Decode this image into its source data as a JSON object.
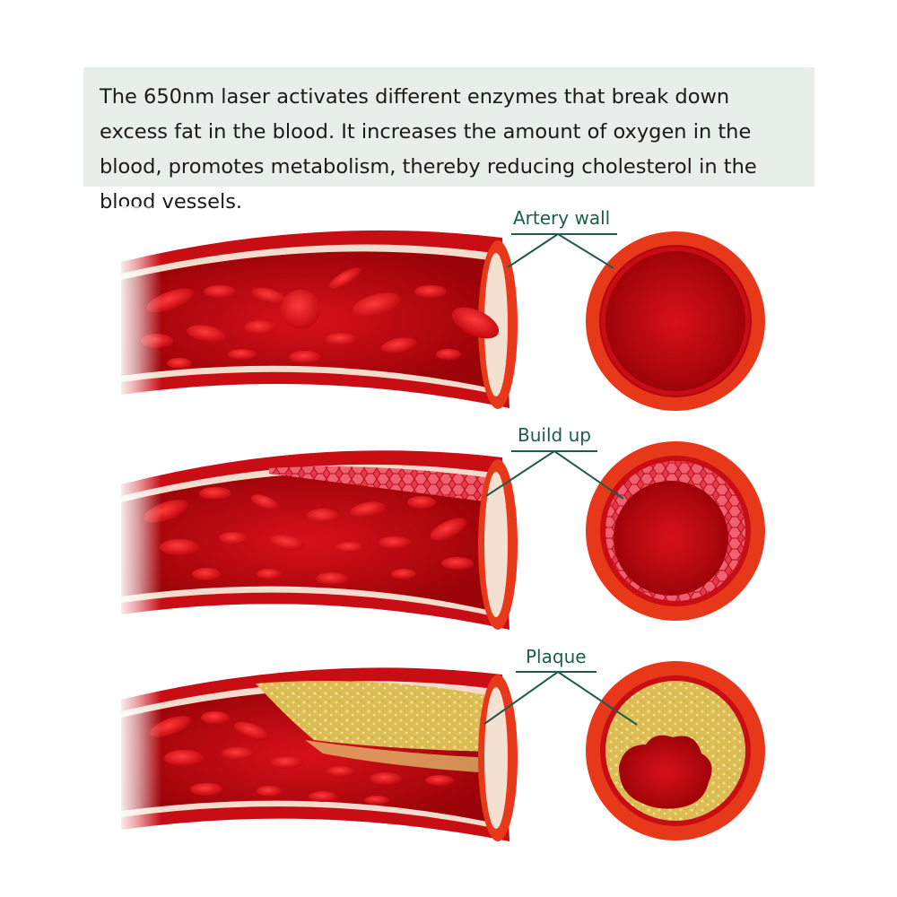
{
  "intro": {
    "text": "The 650nm laser activates different enzymes that break down excess fat in the blood. It increases the amount of oxygen in the blood, promotes metabolism, thereby reducing cholesterol in the blood vessels."
  },
  "labels": {
    "artery_wall": "Artery wall",
    "build_up": "Build up",
    "plaque": "Plaque"
  },
  "colors": {
    "artery_outer": "#d7181f",
    "artery_wall": "#ee5a1c",
    "lumen": "#b5050b",
    "cell": "#e0141c",
    "fat": "#e0c060",
    "callout_line": "#1d5c4b",
    "panel": "#e8efea"
  }
}
